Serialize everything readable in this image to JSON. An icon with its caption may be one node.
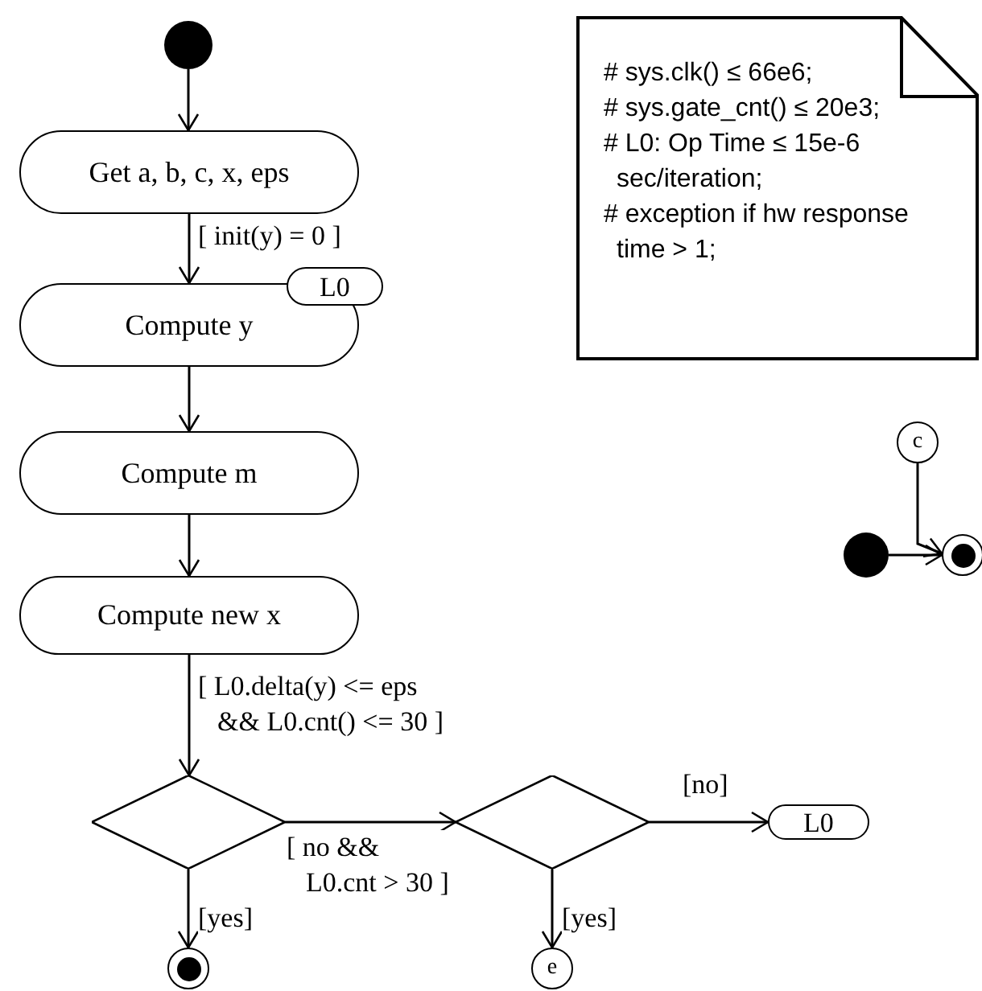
{
  "diagram": {
    "nodes": [
      {
        "text": [],
        "shape": "circle"
      },
      {
        "text": [
          "Get a, b, c, x, eps"
        ]
      },
      {
        "text": [
          "Compute y"
        ]
      },
      {
        "text": [
          "L0"
        ]
      },
      {
        "text": [
          "Compute m"
        ]
      },
      {
        "text": [
          "Compute new x"
        ]
      },
      {
        "text": [],
        "shape": "diamond"
      },
      {
        "text": [],
        "shape": "diamond"
      },
      {
        "text": [
          "L0"
        ]
      },
      {
        "text": [],
        "shape": "circle"
      },
      {
        "text": [
          "e"
        ]
      },
      {
        "text": [
          "# sys.clk() ≤ 66e6;",
          "# sys.gate_cnt() ≤ 20e3;",
          "# L0: Op Time ≤ 15e-6 sec/iteration;",
          "# exception if hw response time > 1;"
        ]
      },
      {
        "text": [
          "c"
        ]
      },
      {
        "text": [],
        "shape": "circle"
      },
      {
        "text": [],
        "shape": "circle"
      }
    ],
    "edges": [
      {
        "from": 0,
        "to": 1,
        "arrow": "to"
      },
      {
        "from": 1,
        "to": 2,
        "arrow": "to",
        "label": "[ init(y) = 0 ]"
      },
      {
        "from": 2,
        "to": 4,
        "arrow": "to"
      },
      {
        "from": 4,
        "to": 5,
        "arrow": "to"
      },
      {
        "from": 5,
        "to": 6,
        "arrow": "to",
        "label": "[ L0.delta(y) <= eps && L0.cnt() <= 30 ]"
      },
      {
        "from": 6,
        "to": 7,
        "arrow": "to",
        "label": "[ no && L0.cnt > 30 ]"
      },
      {
        "from": 7,
        "to": 8,
        "arrow": "to",
        "label": "[no]"
      },
      {
        "from": 6,
        "to": 9,
        "arrow": "to",
        "label": "[yes]"
      },
      {
        "from": 7,
        "to": 10,
        "arrow": "to",
        "label": "[yes]"
      },
      {
        "from": 12,
        "to": 14,
        "arrow": "to"
      },
      {
        "from": 13,
        "to": 14,
        "arrow": "to"
      }
    ]
  }
}
